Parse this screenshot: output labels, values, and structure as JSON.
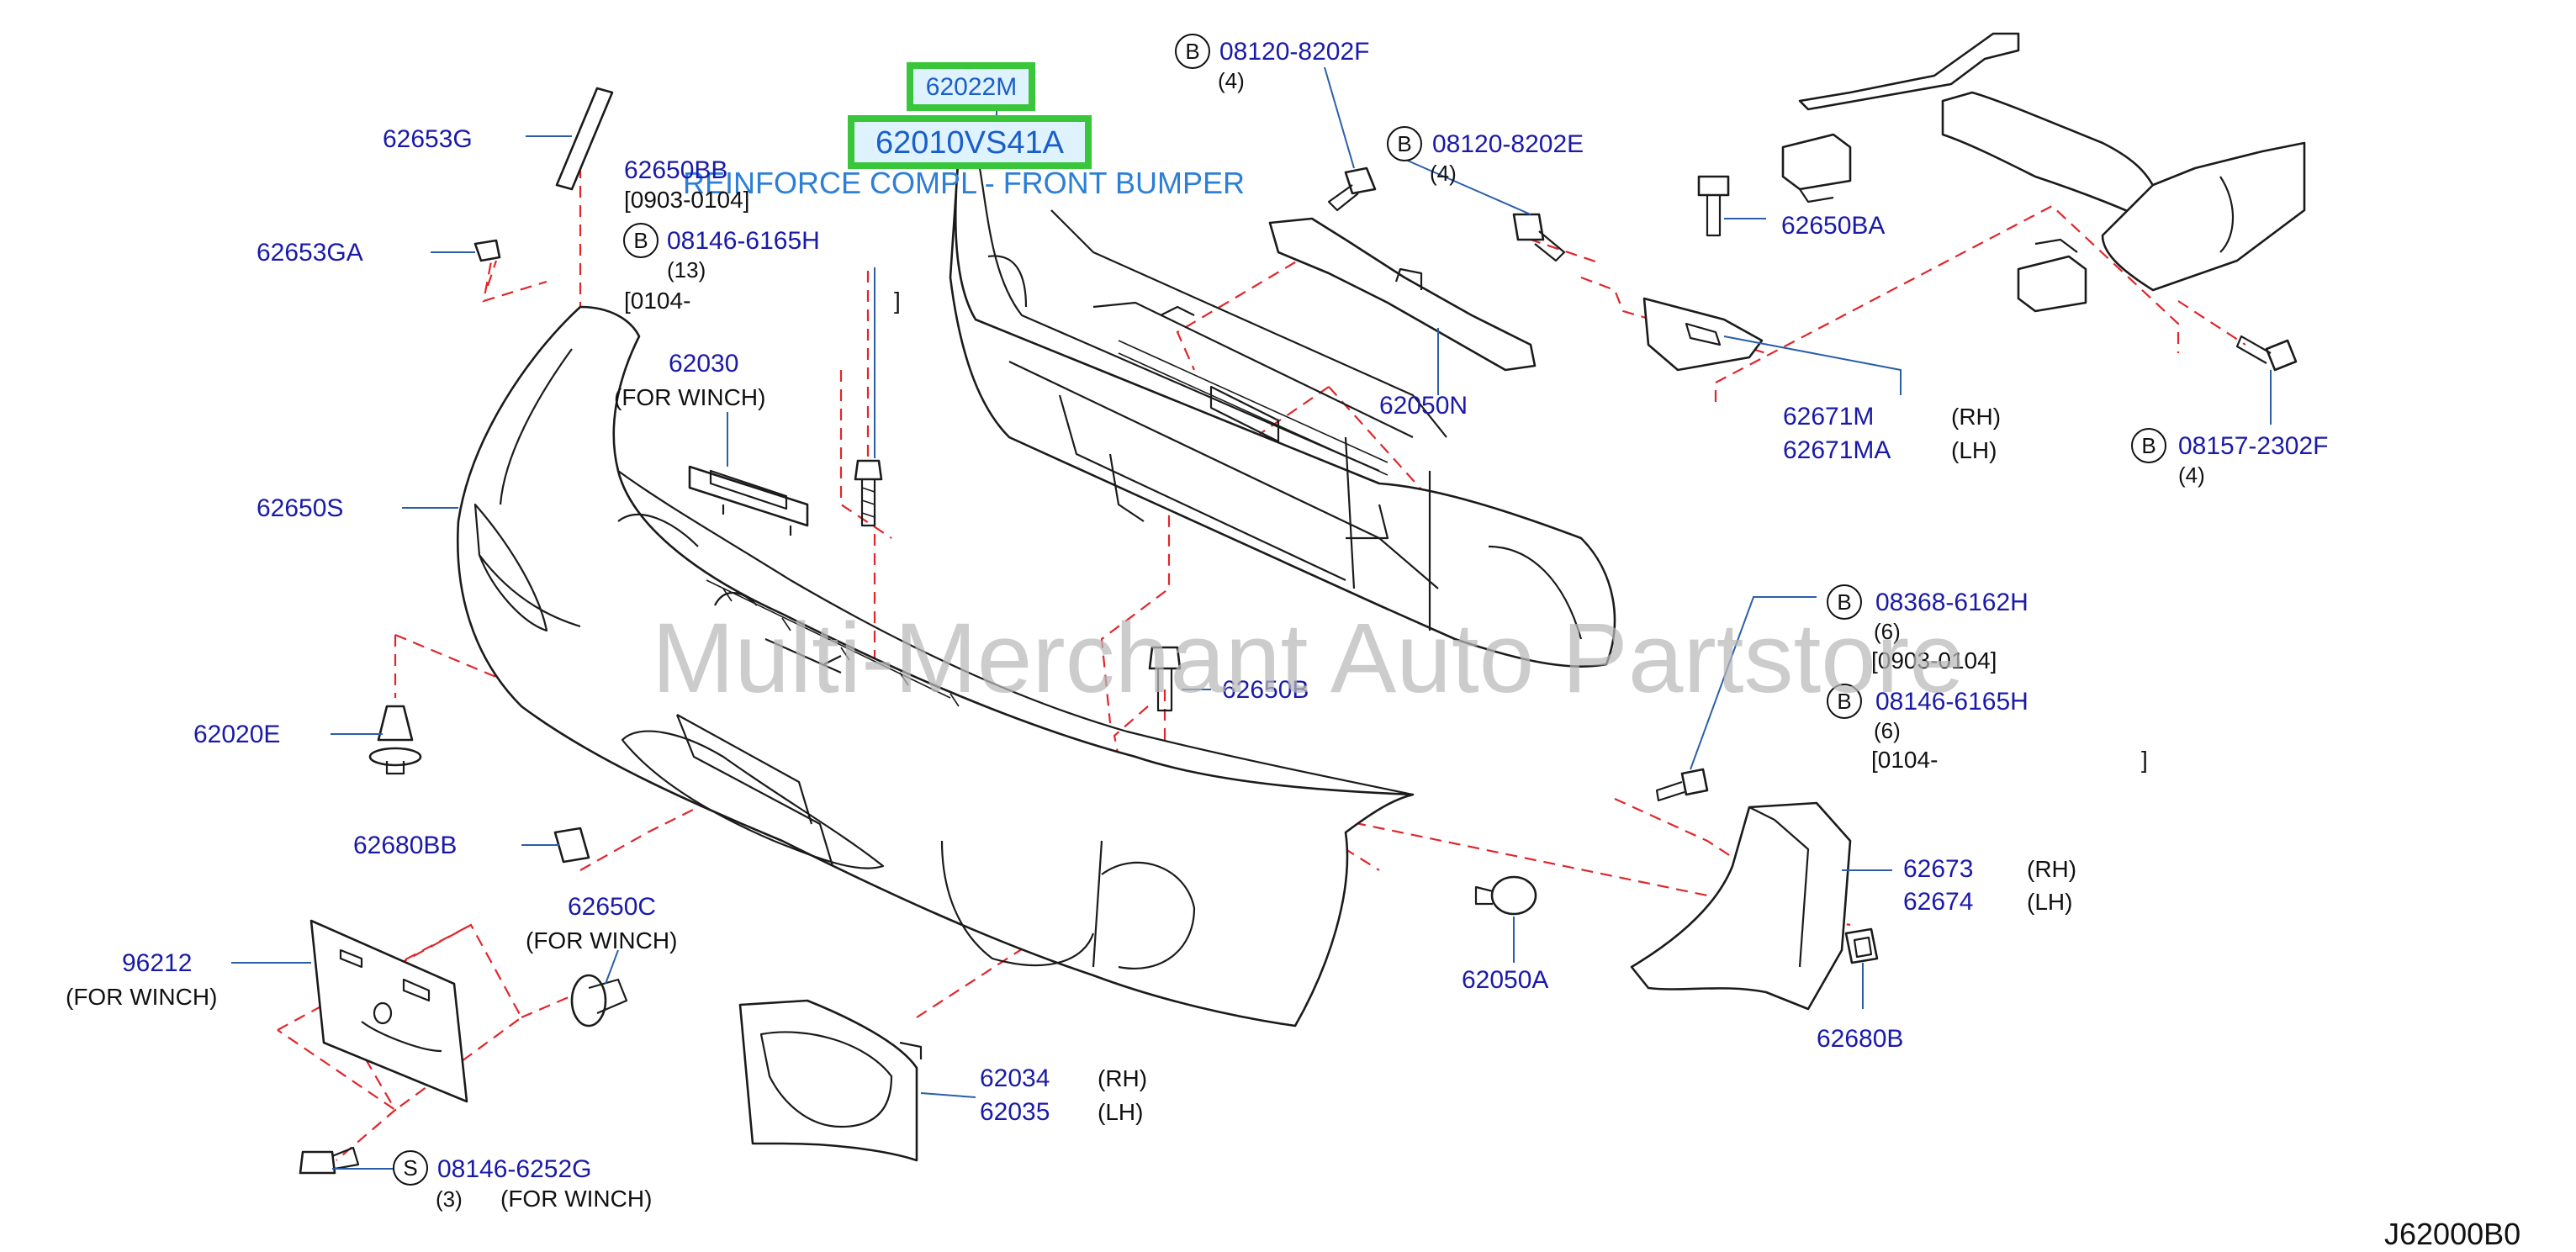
{
  "diagram": {
    "code": "J62000B0",
    "watermark": "Multi-Merchant Auto Partstore",
    "highlight": {
      "part_small": "62022M",
      "part_main": "62010VS41A",
      "description": "REINFORCE COMPL - FRONT BUMPER"
    },
    "labels": {
      "l62653g": "62653G",
      "l62650bb": "62650BB",
      "l62650bb_note": "[0903-0104]",
      "b1_circle": "B",
      "b1_pn": "08146-6165H",
      "b1_qty": "(13)",
      "b1_range_open": "[0104-",
      "b1_range_close": "]",
      "l62653ga": "62653GA",
      "l62030": "62030",
      "l62030_note": "(FOR   WINCH)",
      "l62650s": "62650S",
      "l62020e": "62020E",
      "l62680bb": "62680BB",
      "l62650c": "62650C",
      "l62650c_note": "(FOR   WINCH)",
      "l96212": "96212",
      "l96212_note": "(FOR   WINCH)",
      "s_circle": "S",
      "s_pn": "08146-6252G",
      "s_qty": "(3)",
      "s_note": "(FOR   WINCH)",
      "l62034": "62034",
      "l62034_side": "(RH)",
      "l62035": "62035",
      "l62035_side": "(LH)",
      "l62050a": "62050A",
      "l62650b": "62650B",
      "b2_circle": "B",
      "b2_pn": "08120-8202F",
      "b2_qty": "(4)",
      "b3_circle": "B",
      "b3_pn": "08120-8202E",
      "b3_qty": "(4)",
      "l62650ba": "62650BA",
      "l62050n": "62050N",
      "l62671m": "62671M",
      "l62671m_side": "(RH)",
      "l62671ma": "62671MA",
      "l62671ma_side": "(LH)",
      "b4_circle": "B",
      "b4_pn": "08157-2302F",
      "b4_qty": "(4)",
      "b5_circle": "B",
      "b5_pn": "08368-6162H",
      "b5_qty": "(6)",
      "b5_note": "[0903-0104]",
      "b6_circle": "B",
      "b6_pn": "08146-6165H",
      "b6_qty": "(6)",
      "b6_range_open": "[0104-",
      "b6_range_close": "]",
      "l62673": "62673",
      "l62673_side": "(RH)",
      "l62674": "62674",
      "l62674_side": "(LH)",
      "l62680b": "62680B"
    }
  }
}
